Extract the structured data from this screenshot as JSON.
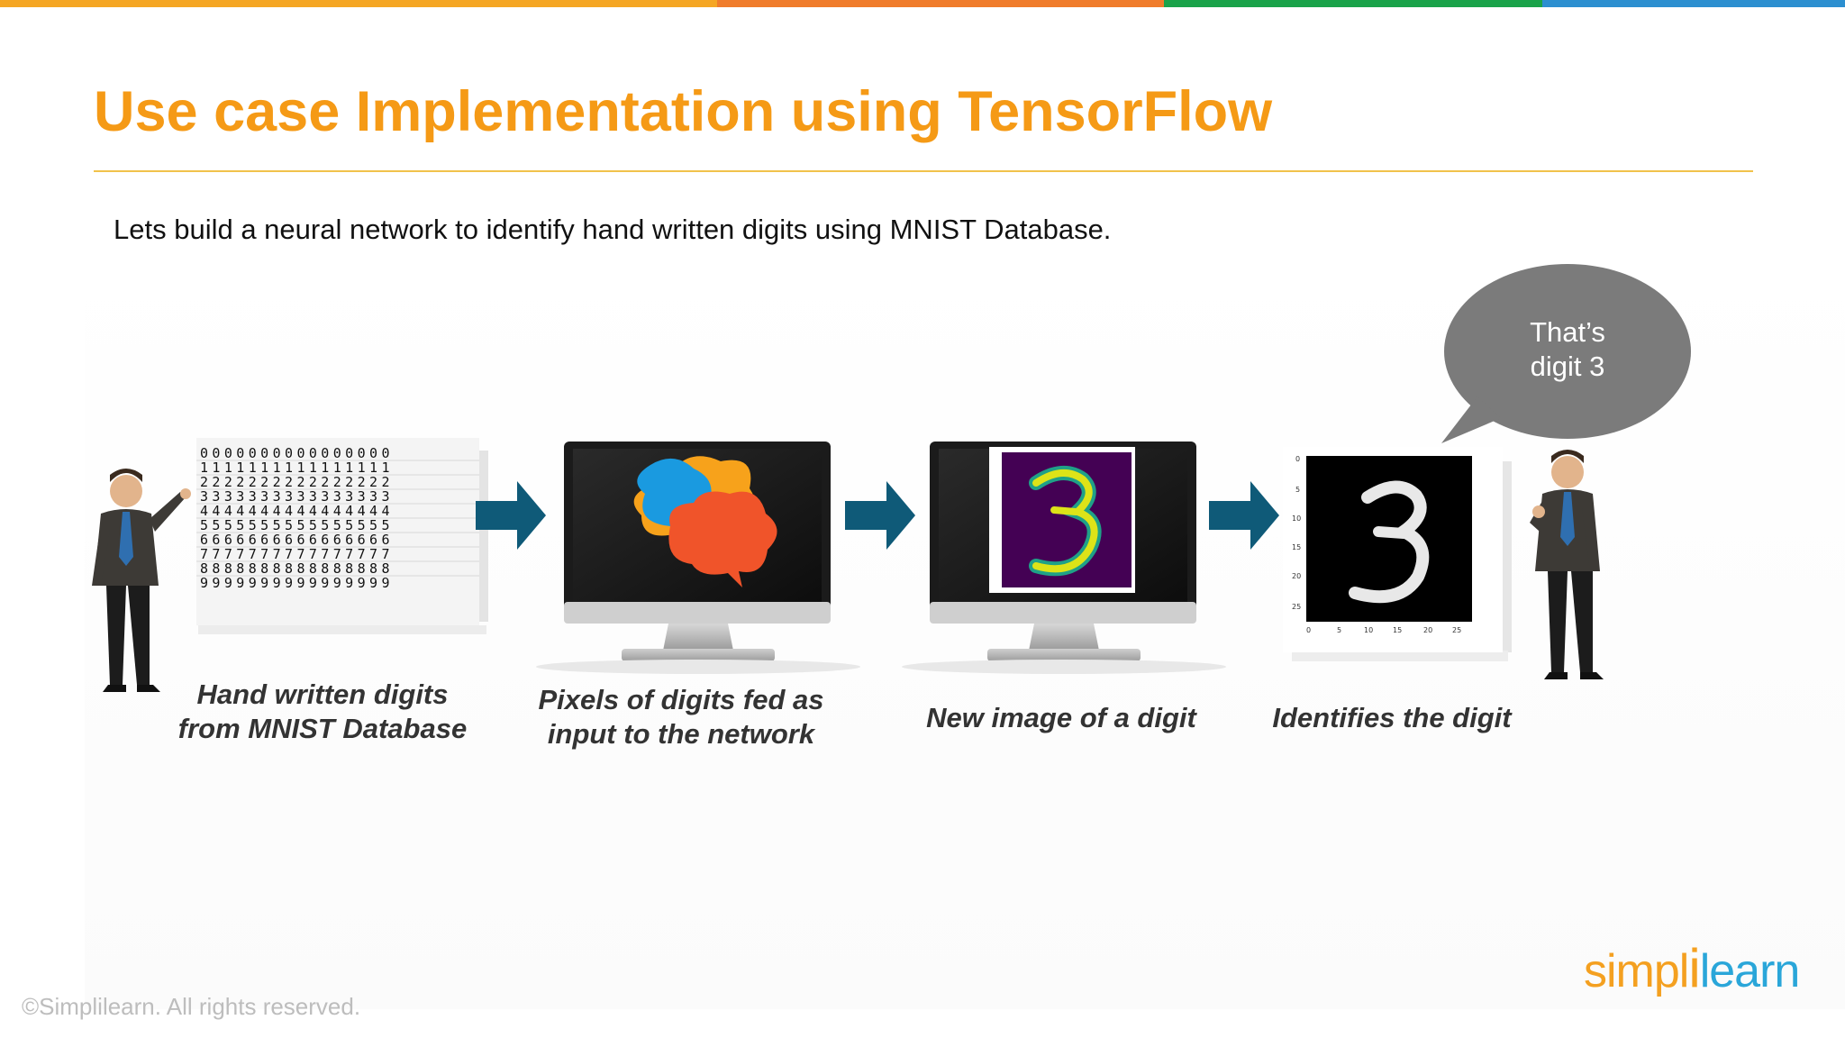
{
  "slide": {
    "title": "Use case Implementation using TensorFlow",
    "subtitle": "Lets build a neural network to identify hand written digits using MNIST Database.",
    "colors": {
      "title": "#f59a16",
      "rule": "#f1c24b",
      "arrow": "#0f5a78",
      "bubble": "#7b7b7b"
    },
    "top_bar_colors": [
      "#f5a623",
      "#f07c2b",
      "#1aa34a",
      "#2c8fd0"
    ]
  },
  "steps": [
    {
      "icon": "mnist-digit-grid-icon",
      "caption_line1": "Hand written digits",
      "caption_line2": "from MNIST Database"
    },
    {
      "icon": "brain-monitor-icon",
      "caption_line1": "Pixels of digits fed as",
      "caption_line2": "input to the network"
    },
    {
      "icon": "digit-heatmap-monitor-icon",
      "caption_line1": "New image of a digit",
      "caption_line2": ""
    },
    {
      "icon": "grayscale-digit-plot-icon",
      "caption_line1": "Identifies the digit",
      "caption_line2": ""
    }
  ],
  "speech_bubble": {
    "line1": "That’s",
    "line2": "digit 3"
  },
  "footer": {
    "copyright": "©Simplilearn. All rights reserved."
  },
  "logo": {
    "part1": "simpl",
    "sep": "i",
    "part2": "learn"
  }
}
